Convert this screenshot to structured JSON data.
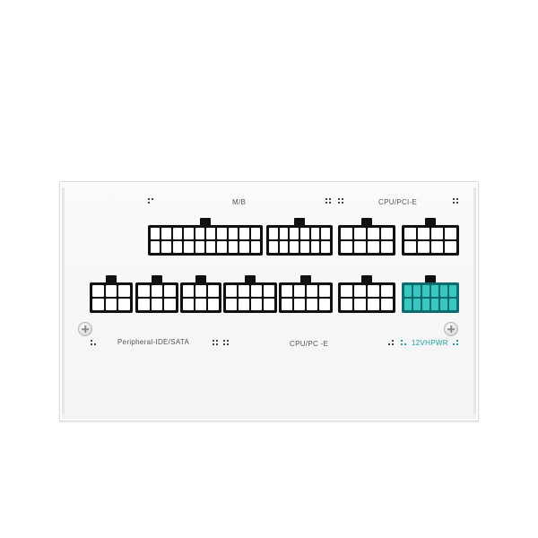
{
  "labels": {
    "mb": "M/B",
    "cpu_pcie": "CPU/PCI-E",
    "peripheral": "Peripheral-IDE/SATA",
    "cpu_pce": "CPU/PC -E",
    "hpwr": "12VHPWR"
  },
  "colors": {
    "accent": "#17a3a7",
    "connector": "#111111",
    "panel": "#f6f6f6"
  },
  "icons": {
    "screw_left": "screw-icon",
    "screw_right": "screw-icon"
  }
}
